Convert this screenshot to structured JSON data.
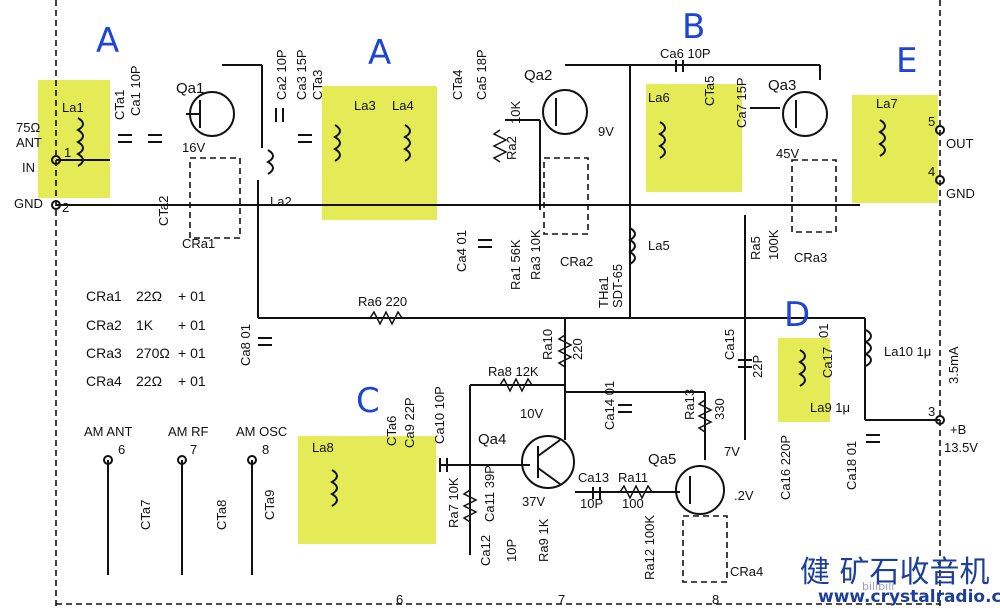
{
  "blocks": {
    "A1": "A",
    "A2": "A",
    "B": "B",
    "C": "C",
    "D": "D",
    "E": "E"
  },
  "terminals": {
    "ant_imp": "75Ω",
    "ant": "ANT",
    "in": "IN",
    "t1": "1",
    "gnd_left": "GND",
    "t2": "2",
    "out": "OUT",
    "t5": "5",
    "t4": "4",
    "gnd_right": "GND",
    "t3": "3",
    "b_plus": "+B",
    "b_volt": "13.5V",
    "current": "3.5mA",
    "t6b": "6",
    "t7b": "7"
  },
  "components": {
    "qa1": "Qa1",
    "qa2": "Qa2",
    "qa3": "Qa3",
    "qa4": "Qa4",
    "qa5": "Qa5",
    "la1": "La1",
    "cta1": "CTa1",
    "ca1": "Ca1 10P",
    "ca2": "Ca2 10P",
    "ca3": "Ca3 15P",
    "cta3": "CTa3",
    "la3": "La3",
    "la4": "La4",
    "cta4": "CTa4",
    "ca5": "Ca5 18P",
    "ra2": "Ra2",
    "ra2v": "10K",
    "ca6": "Ca6 10P",
    "la6": "La6",
    "cta5": "CTa5",
    "ca7": "Ca7 15P",
    "la7": "La7",
    "v16": "16V",
    "v9": "9V",
    "v45": "45V",
    "la2": "La2",
    "cta2": "CTa2",
    "cra1": "CRa1",
    "ca4": "Ca4 01",
    "ra1": "Ra1 56K",
    "ra3": "Ra3 10K",
    "cra2": "CRa2",
    "tha1": "THa1",
    "sdt": "SDT-65",
    "la5": "La5",
    "ra5": "Ra5",
    "ra5v": "100K",
    "cra3": "CRa3",
    "ra6": "Ra6 220",
    "ca8": "Ca8 01",
    "ra10": "Ra10",
    "ra10v": "220",
    "ra8": "Ra8 12K",
    "ca15": "Ca15",
    "ca15v": "22P",
    "ca17": "Ca17",
    "ca17v": "01",
    "la10": "La10 1μ",
    "la9": "La9 1μ",
    "v10": "10V",
    "ca14": "Ca14 01",
    "ra13": "Ra13",
    "ra13v": "330",
    "v7": "7V",
    "v37": "37V",
    "v2": ".2V",
    "ca16": "Ca16 220P",
    "ca18": "Ca18 01",
    "la8": "La8",
    "cta6": "CTa6",
    "ca9": "Ca9 22P",
    "ca10": "Ca10 10P",
    "ra7": "Ra7 10K",
    "ca11": "Ca11 39P",
    "ca12": "Ca12",
    "ca12v": "10P",
    "ra9": "Ra9 1K",
    "ca13": "Ca13",
    "ca13v": "10P",
    "ra11": "Ra11",
    "ra11v": "100",
    "ra12": "Ra12 100K",
    "cra4": "CRa4",
    "am_ant": "AM ANT",
    "am_rf": "AM RF",
    "am_osc": "AM OSC",
    "n6": "6",
    "n7": "7",
    "n8": "8",
    "cta7": "CTa7",
    "cta8": "CTa8",
    "cta9": "CTa9",
    "t8b": "8"
  },
  "table": [
    {
      "name": "CRa1",
      "value": "22Ω",
      "tol": "+ 01"
    },
    {
      "name": "CRa2",
      "value": "1K",
      "tol": "+ 01"
    },
    {
      "name": "CRa3",
      "value": "270Ω",
      "tol": "+ 01"
    },
    {
      "name": "CRa4",
      "value": "22Ω",
      "tol": "+ 01"
    }
  ],
  "watermark": {
    "cn": "健 矿石收音机",
    "sub": "bilibili",
    "url": "www.crystalradio.cn"
  },
  "colors": {
    "highlight": "#dfe83a",
    "block_label": "#1f44d6",
    "watermark": "#1b3f9a"
  }
}
